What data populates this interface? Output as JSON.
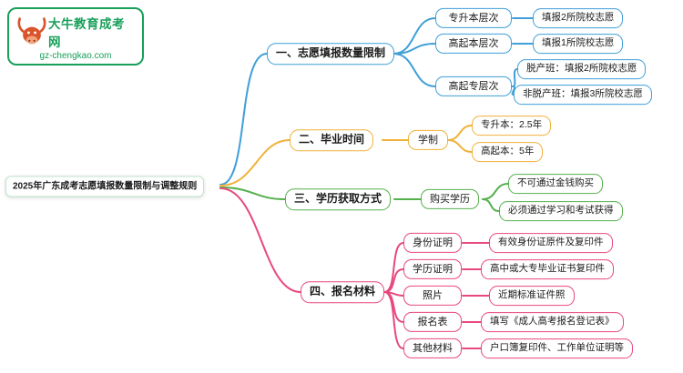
{
  "logo": {
    "title": "大牛教育成考网",
    "url": "gz-chengkao.com",
    "brand_color": "#18a05a"
  },
  "root": {
    "label": "2025年广东成考志愿填报数量限制与调整规则"
  },
  "colors": {
    "branch1": "#3f9fd8",
    "branch2": "#f0b13a",
    "branch3": "#56b04e",
    "branch4": "#e8487e"
  },
  "branches": [
    {
      "label": "一、志愿填报数量限制",
      "color": "#3f9fd8",
      "children": [
        {
          "label": "专升本层次",
          "leaves": [
            "填报2所院校志愿"
          ]
        },
        {
          "label": "高起本层次",
          "leaves": [
            "填报1所院校志愿"
          ]
        },
        {
          "label": "高起专层次",
          "leaves": [
            "脱产班：填报2所院校志愿",
            "非脱产班：填报3所院校志愿"
          ]
        }
      ]
    },
    {
      "label": "二、毕业时间",
      "color": "#f0b13a",
      "children": [
        {
          "label": "学制",
          "leaves": [
            "专升本：2.5年",
            "高起本：5年"
          ]
        }
      ]
    },
    {
      "label": "三、学历获取方式",
      "color": "#56b04e",
      "children": [
        {
          "label": "购买学历",
          "leaves": [
            "不可通过金钱购买",
            "必须通过学习和考试获得"
          ]
        }
      ]
    },
    {
      "label": "四、报名材料",
      "color": "#e8487e",
      "children": [
        {
          "label": "身份证明",
          "leaves": [
            "有效身份证原件及复印件"
          ]
        },
        {
          "label": "学历证明",
          "leaves": [
            "高中或大专毕业证书复印件"
          ]
        },
        {
          "label": "照片",
          "leaves": [
            "近期标准证件照"
          ]
        },
        {
          "label": "报名表",
          "leaves": [
            "填写《成人高考报名登记表》"
          ]
        },
        {
          "label": "其他材料",
          "leaves": [
            "户口簿复印件、工作单位证明等"
          ]
        }
      ]
    }
  ]
}
